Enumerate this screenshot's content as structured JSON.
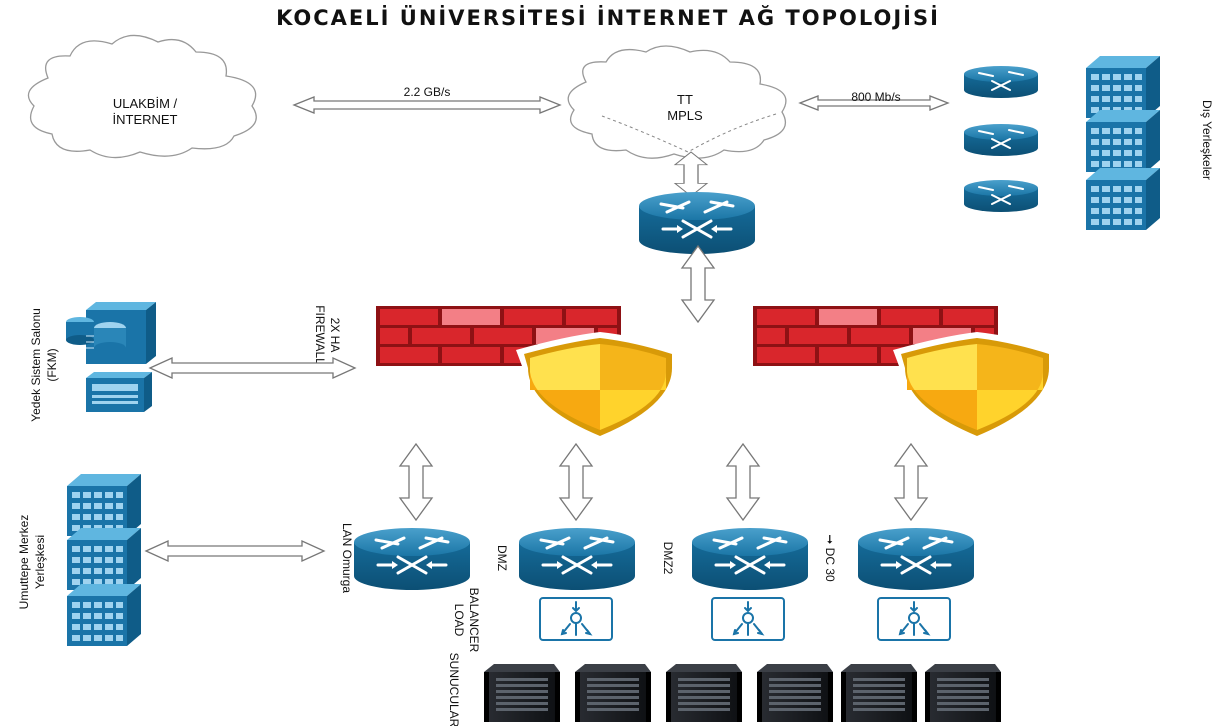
{
  "title": "KOCAELİ ÜNİVERSİTESİ İNTERNET AĞ TOPOLOJİSİ",
  "clouds": {
    "ulakbim": [
      "ULAKBİM /",
      "İNTERNET"
    ],
    "tt": [
      "TT",
      "MPLS"
    ]
  },
  "links": {
    "internet_speed": "2.2 GB/s",
    "external_speed": "800 Mb/s"
  },
  "labels": {
    "dis_yerleskeler": "Dış Yerleşkeler",
    "firewall": [
      "FIREWALL",
      "2X HA"
    ],
    "yedek": [
      "Yedek Sistem Salonu",
      "(FKM)"
    ],
    "umuttepe": [
      "Umuttepe Merkez",
      "Yerleşkesi"
    ],
    "lan": "LAN Omurga",
    "dmz": "DMZ",
    "dmz2": "DMZ2",
    "dc30": "➞ DC 30",
    "load_balancer": [
      "LOAD",
      "BALANCER"
    ],
    "sunucular": "SUNUCULAR"
  },
  "colors": {
    "router_blue": "#0f5f8a",
    "firewall_red": "#d42a2f",
    "shield_yellow": "#f7c21a",
    "building_blue": "#1a74a8"
  }
}
